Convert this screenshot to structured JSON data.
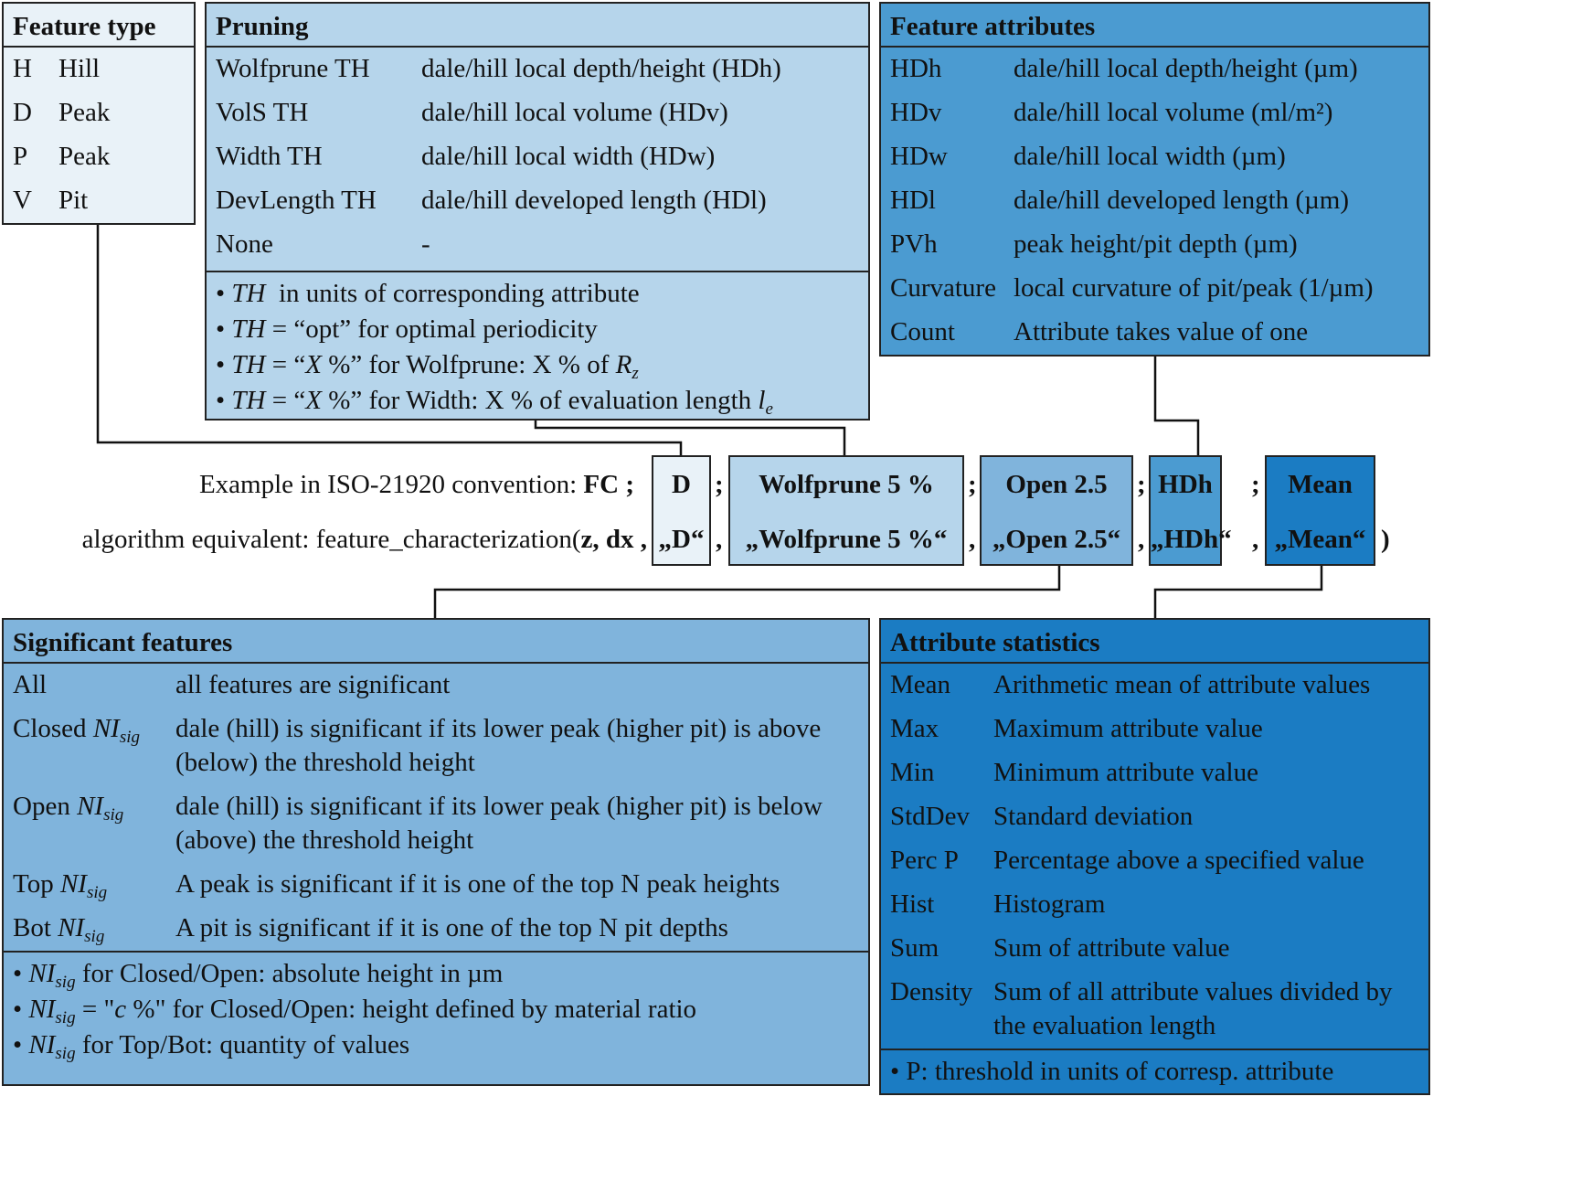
{
  "colors": {
    "feature_type": "#e9f2f8",
    "pruning": "#b6d5eb",
    "significant": "#80b4dc",
    "attributes": "#4b9bd1",
    "statistics": "#1b7cc3"
  },
  "feature_type": {
    "title": "Feature type",
    "rows": [
      {
        "k": [
          {
            "t": "H"
          }
        ],
        "v": [
          {
            "t": "Hill"
          }
        ]
      },
      {
        "k": [
          {
            "t": "D"
          }
        ],
        "v": [
          {
            "t": "Peak"
          }
        ]
      },
      {
        "k": [
          {
            "t": "P"
          }
        ],
        "v": [
          {
            "t": "Peak"
          }
        ]
      },
      {
        "k": [
          {
            "t": "V"
          }
        ],
        "v": [
          {
            "t": "Pit"
          }
        ]
      }
    ]
  },
  "pruning": {
    "title": "Pruning",
    "rows": [
      {
        "k": [
          {
            "t": "Wolfprune TH"
          }
        ],
        "v": [
          {
            "t": "dale/hill local depth/height (HDh)"
          }
        ]
      },
      {
        "k": [
          {
            "t": "VolS TH"
          }
        ],
        "v": [
          {
            "t": "dale/hill local volume (HDv)"
          }
        ]
      },
      {
        "k": [
          {
            "t": "Width TH"
          }
        ],
        "v": [
          {
            "t": "dale/hill local width (HDw)"
          }
        ]
      },
      {
        "k": [
          {
            "t": "DevLength TH"
          }
        ],
        "v": [
          {
            "t": "dale/hill developed length (HDl)"
          }
        ]
      },
      {
        "k": [
          {
            "t": "None"
          }
        ],
        "v": [
          {
            "t": "-"
          }
        ]
      }
    ],
    "notes": [
      [
        {
          "t": "• "
        },
        {
          "i": "TH"
        },
        {
          "t": "  in units of corresponding attribute"
        }
      ],
      [
        {
          "t": "• "
        },
        {
          "i": "TH"
        },
        {
          "t": " = “opt” for optimal periodicity"
        }
      ],
      [
        {
          "t": "• "
        },
        {
          "i": "TH"
        },
        {
          "t": " = “"
        },
        {
          "i": "X"
        },
        {
          "t": " %” for Wolfprune: X % of "
        },
        {
          "i": "R",
          "sub": "z"
        }
      ],
      [
        {
          "t": "• "
        },
        {
          "i": "TH"
        },
        {
          "t": " = “"
        },
        {
          "i": "X"
        },
        {
          "t": " %” for Width: X % of evaluation length "
        },
        {
          "i": "l",
          "sub": "e"
        }
      ]
    ]
  },
  "attributes": {
    "title": "Feature attributes",
    "rows": [
      {
        "k": [
          {
            "t": "HDh"
          }
        ],
        "v": [
          {
            "t": "dale/hill local depth/height (µm)"
          }
        ]
      },
      {
        "k": [
          {
            "t": "HDv"
          }
        ],
        "v": [
          {
            "t": "dale/hill local volume (ml/m²)"
          }
        ]
      },
      {
        "k": [
          {
            "t": "HDw"
          }
        ],
        "v": [
          {
            "t": "dale/hill local width (µm)"
          }
        ]
      },
      {
        "k": [
          {
            "t": "HDl"
          }
        ],
        "v": [
          {
            "t": "dale/hill developed length (µm)"
          }
        ]
      },
      {
        "k": [
          {
            "t": "PVh"
          }
        ],
        "v": [
          {
            "t": "peak height/pit depth (µm)"
          }
        ]
      },
      {
        "k": [
          {
            "t": "Curvature"
          }
        ],
        "v": [
          {
            "t": "local curvature of pit/peak (1/µm)"
          }
        ]
      },
      {
        "k": [
          {
            "t": "Count"
          }
        ],
        "v": [
          {
            "t": "Attribute takes value of one"
          }
        ]
      }
    ]
  },
  "example": {
    "iso_label": "Example in ISO-21920 convention: ",
    "iso_prefix": "FC",
    "sep": ";",
    "alg_label": "algorithm equivalent: feature_characterization(",
    "alg_args": "z, dx",
    "comma": ",",
    "close": ")",
    "chips": [
      {
        "iso": "D",
        "alg": "„D“"
      },
      {
        "iso": "Wolfprune 5 %",
        "alg": "„Wolfprune 5 %“"
      },
      {
        "iso": "Open 2.5",
        "alg": "„Open 2.5“"
      },
      {
        "iso": "HDh",
        "alg": "„HDh“"
      },
      {
        "iso": "Mean",
        "alg": "„Mean“"
      }
    ]
  },
  "significant": {
    "title": "Significant features",
    "rows": [
      {
        "k": [
          {
            "t": "All"
          }
        ],
        "v": [
          {
            "t": "all features are significant"
          }
        ]
      },
      {
        "k": [
          {
            "t": "Closed "
          },
          {
            "i": "NI",
            "sub": "sig"
          }
        ],
        "v": [
          {
            "t": "dale (hill) is significant if its lower peak (higher pit) is above (below) the threshold height"
          }
        ]
      },
      {
        "k": [
          {
            "t": "Open "
          },
          {
            "i": "NI",
            "sub": "sig"
          }
        ],
        "v": [
          {
            "t": "dale (hill) is significant if its lower peak (higher pit) is below (above) the threshold height"
          }
        ]
      },
      {
        "k": [
          {
            "t": "Top "
          },
          {
            "i": "NI",
            "sub": "sig"
          }
        ],
        "v": [
          {
            "t": "A peak is significant if it is one of the top N peak heights"
          }
        ]
      },
      {
        "k": [
          {
            "t": "Bot "
          },
          {
            "i": "NI",
            "sub": "sig"
          }
        ],
        "v": [
          {
            "t": "A pit is significant if it is one of the top N pit depths"
          }
        ]
      }
    ],
    "notes": [
      [
        {
          "t": "• "
        },
        {
          "i": "NI",
          "sub": "sig"
        },
        {
          "t": " for Closed/Open: absolute height in µm"
        }
      ],
      [
        {
          "t": "• "
        },
        {
          "i": "NI",
          "sub": "sig"
        },
        {
          "t": " = \""
        },
        {
          "i": "c"
        },
        {
          "t": " %\" for Closed/Open: height defined by material ratio"
        }
      ],
      [
        {
          "t": "• "
        },
        {
          "i": "NI",
          "sub": "sig"
        },
        {
          "t": " for Top/Bot: quantity of values"
        }
      ]
    ]
  },
  "statistics": {
    "title": "Attribute statistics",
    "rows": [
      {
        "k": [
          {
            "t": "Mean"
          }
        ],
        "v": [
          {
            "t": "Arithmetic mean of attribute values"
          }
        ]
      },
      {
        "k": [
          {
            "t": "Max"
          }
        ],
        "v": [
          {
            "t": "Maximum attribute value"
          }
        ]
      },
      {
        "k": [
          {
            "t": "Min"
          }
        ],
        "v": [
          {
            "t": "Minimum attribute value"
          }
        ]
      },
      {
        "k": [
          {
            "t": "StdDev"
          }
        ],
        "v": [
          {
            "t": "Standard deviation"
          }
        ]
      },
      {
        "k": [
          {
            "t": "Perc P"
          }
        ],
        "v": [
          {
            "t": "Percentage above a specified value"
          }
        ]
      },
      {
        "k": [
          {
            "t": "Hist"
          }
        ],
        "v": [
          {
            "t": "Histogram"
          }
        ]
      },
      {
        "k": [
          {
            "t": "Sum"
          }
        ],
        "v": [
          {
            "t": "Sum of attribute value"
          }
        ]
      },
      {
        "k": [
          {
            "t": "Density"
          }
        ],
        "v": [
          {
            "t": "Sum of all attribute values divided by the evaluation length"
          }
        ]
      }
    ],
    "notes": [
      [
        {
          "t": "• P: threshold in units of corresp. attribute"
        }
      ]
    ]
  }
}
